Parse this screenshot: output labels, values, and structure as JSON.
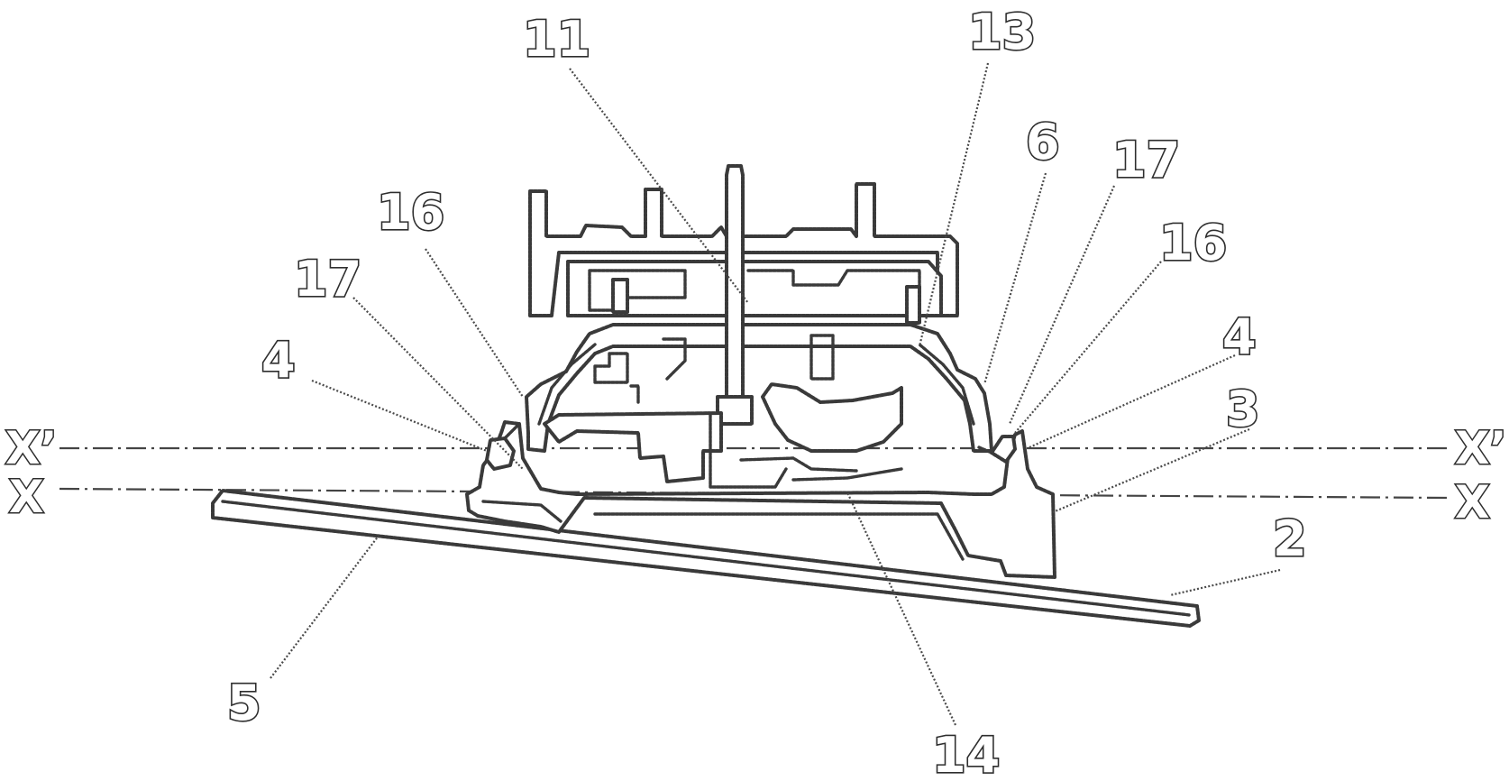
{
  "drawing": {
    "reference_numerals": {
      "part_11": "11",
      "part_13": "13",
      "part_6": "6",
      "part_17_right": "17",
      "part_16_left": "16",
      "part_16_right": "16",
      "part_17_left": "17",
      "part_4_left": "4",
      "part_4_right": "4",
      "part_3": "3",
      "part_2": "2",
      "part_5": "5",
      "part_14": "14"
    },
    "axis_labels": {
      "x_prime_left": "X’",
      "x_prime_right": "X’",
      "x_left": "X",
      "x_right": "X"
    }
  }
}
